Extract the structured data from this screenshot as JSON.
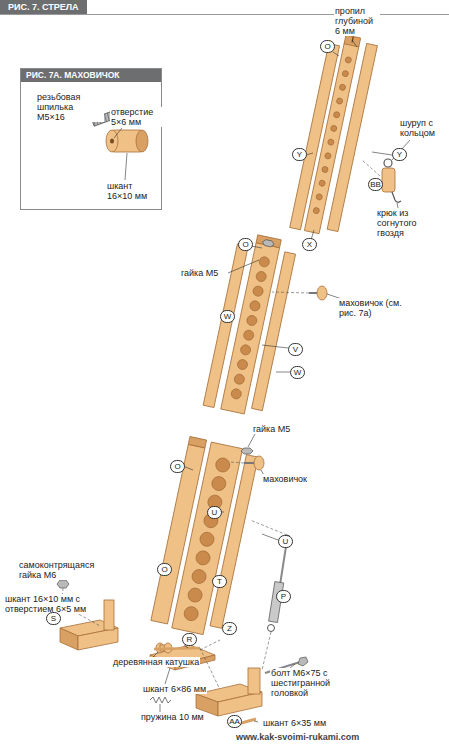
{
  "diagram": {
    "title": "РИС. 7. СТРЕЛА",
    "nodes": [
      {
        "text": [
          "РИС. 7А. МАХОВИЧОК"
        ]
      }
    ],
    "labels": [
      "пропил глубиной 6 мм",
      "O",
      "Y",
      "Y",
      "шуруп с кольцом",
      "BB",
      "X",
      "крюк из согнутого гвоздя",
      "O",
      "гайка М5",
      "V",
      "W",
      "W",
      "маховичок (см. рис. 7а)",
      "гайка М5",
      "O",
      "маховичок",
      "U",
      "U",
      "O",
      "T",
      "самоконтрящаяся гайка М6",
      "Z",
      "P",
      "шкант 16×10 мм с отверстием 6×5 мм",
      "S",
      "R",
      "деревянная катушка",
      "шкант 6×86 мм",
      "болт М6×75 с шестигранной головкой",
      "пружина 10 мм",
      "AA",
      "шкант 6×35 мм",
      "www.kak-svoimi-rukami.com",
      "резьбовая шпилька М5×16",
      "отверстие 5×6 мм",
      "шкант 16×10 мм"
    ]
  }
}
